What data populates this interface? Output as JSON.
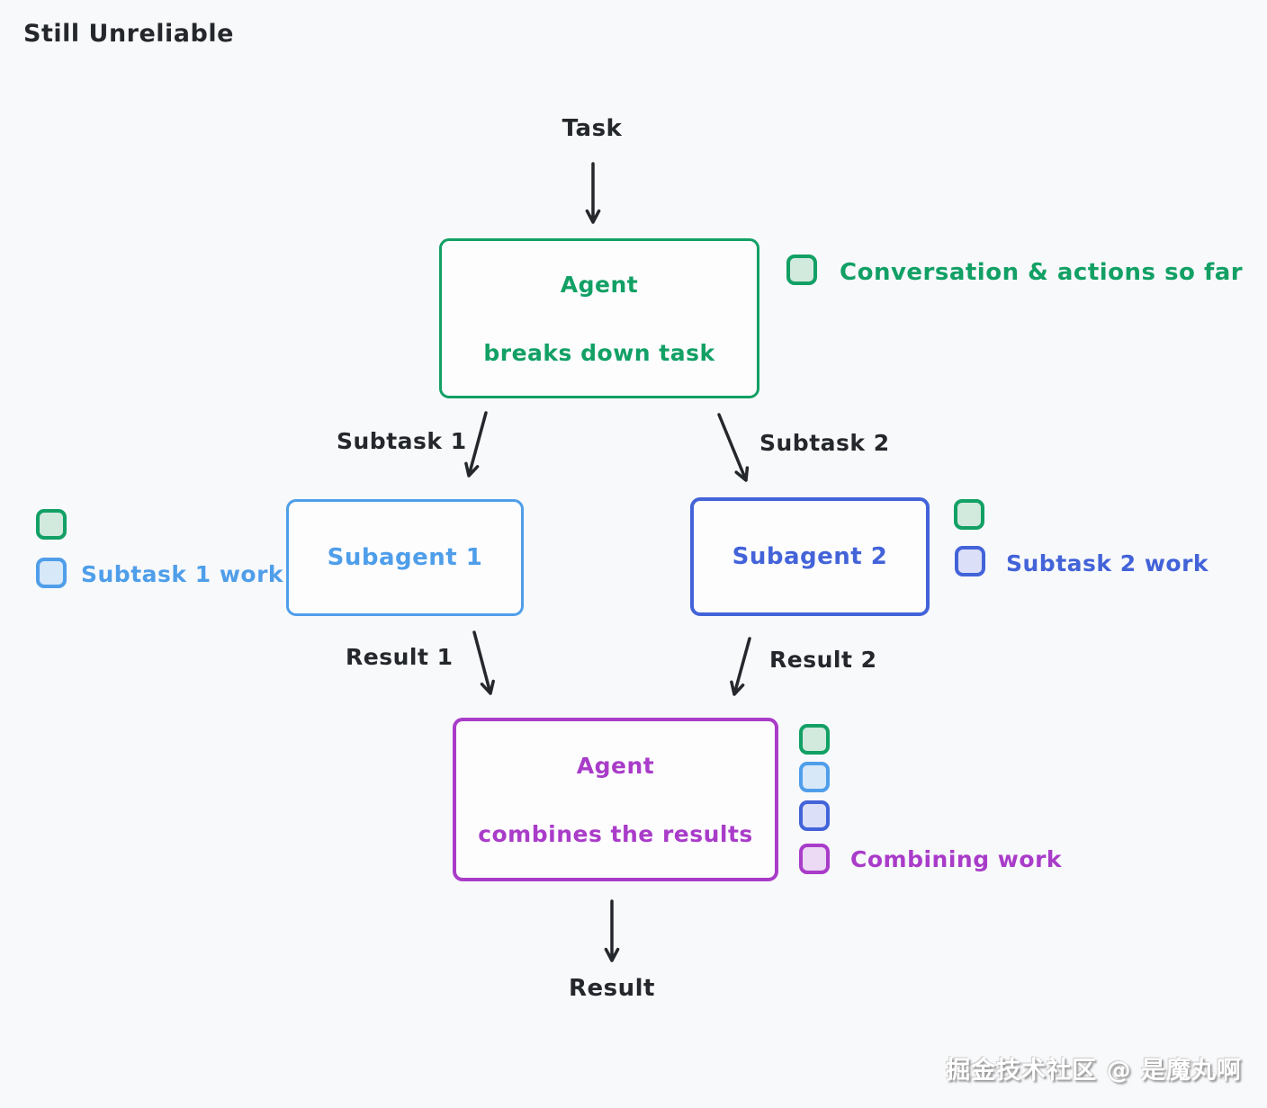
{
  "title": "Still Unreliable",
  "labels": {
    "task": "Task",
    "subtask1": "Subtask 1",
    "subtask2": "Subtask 2",
    "result1": "Result 1",
    "result2": "Result 2",
    "result": "Result"
  },
  "nodes": {
    "agent_breakdown": {
      "line1": "Agent",
      "line2": "breaks down task"
    },
    "subagent1": {
      "label": "Subagent 1"
    },
    "subagent2": {
      "label": "Subagent 2"
    },
    "agent_combine": {
      "line1": "Agent",
      "line2": "combines the results"
    }
  },
  "legends": {
    "conversation_label": "Conversation & actions so far",
    "subtask1_work_label": "Subtask 1 work",
    "subtask2_work_label": "Subtask 2 work",
    "combining_work_label": "Combining work",
    "swatch_names": [
      "green-conversation",
      "blue-subtask1",
      "indigo-subtask2",
      "purple-combining"
    ]
  },
  "watermark": "掘金技术社区 @ 是魔丸啊",
  "colors": {
    "green": "#12a065",
    "blue": "#4f9eea",
    "indigo": "#4363d9",
    "purple": "#a93cc9",
    "ink": "#24272b",
    "background": "#f8f9fb",
    "green_fill": "#d2e9dd",
    "blue_fill": "#d7e8f9",
    "indigo_fill": "#dbdff7",
    "purple_fill": "#ecd9f3"
  }
}
